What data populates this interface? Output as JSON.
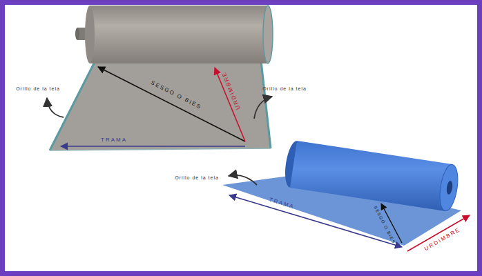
{
  "diagram": {
    "labels": [
      "Orillo de la tela",
      "SESGO O BIES",
      "URDIMBRE",
      "Orillo de la tela",
      "TRAMA",
      "Orillo de la tela",
      "SESGO O BIES",
      "TRAMA",
      "URDIMBRE"
    ]
  }
}
